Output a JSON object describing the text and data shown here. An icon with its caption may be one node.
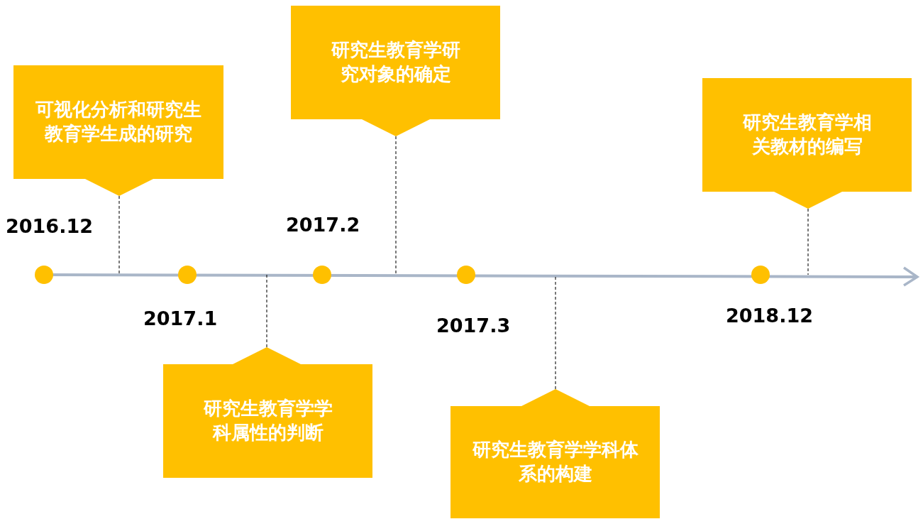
{
  "diagram": {
    "nodes": [
      {
        "text": [
          "可视化分析和研究生教育学生成的研究"
        ]
      },
      {
        "text": [
          "研究生教育学学科属性的判断"
        ]
      },
      {
        "text": [
          "研究生教育学研究对象的确定"
        ]
      },
      {
        "text": [
          "研究生教育学学科体系的构建"
        ]
      },
      {
        "text": [
          "研究生教育学相关教材的编写"
        ]
      }
    ],
    "edges": [
      {
        "from": 0,
        "to": null,
        "arrow": "none",
        "style": "dashed"
      },
      {
        "from": 1,
        "to": null,
        "arrow": "none",
        "style": "dashed"
      },
      {
        "from": 2,
        "to": null,
        "arrow": "none",
        "style": "dashed"
      },
      {
        "from": 3,
        "to": null,
        "arrow": "none",
        "style": "dashed"
      },
      {
        "from": 4,
        "to": null,
        "arrow": "none",
        "style": "dashed"
      }
    ],
    "labels": [
      "2016.12",
      "2017.2",
      "2017.1",
      "2017.3",
      "2018.12"
    ]
  }
}
